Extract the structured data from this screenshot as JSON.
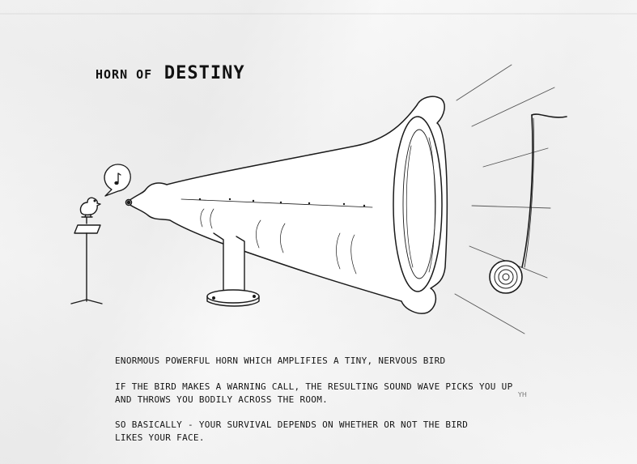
{
  "title": {
    "prefix": "HORN OF",
    "emphasis": "DESTINY"
  },
  "captions": [
    {
      "lines": [
        "ENORMOUS POWERFUL HORN WHICH AMPLIFIES A TINY, NERVOUS BIRD"
      ]
    },
    {
      "lines": [
        "IF THE BIRD MAKES A WARNING CALL, THE RESULTING SOUND WAVE PICKS YOU UP",
        "AND THROWS YOU BODILY ACROSS THE ROOM."
      ]
    },
    {
      "lines": [
        "SO BASICALLY - YOUR SURVIVAL DEPENDS ON WHETHER OR NOT THE BIRD",
        "LIKES YOUR FACE."
      ]
    }
  ],
  "signature": "YH",
  "illustration": {
    "elements": [
      "bird-on-stand",
      "speech-bubble-with-note",
      "horn-on-pedestal",
      "sound-wave-lines",
      "giant-music-note"
    ],
    "ink_color": "#1a1a1a",
    "paper_color": "#f4f4f4"
  }
}
